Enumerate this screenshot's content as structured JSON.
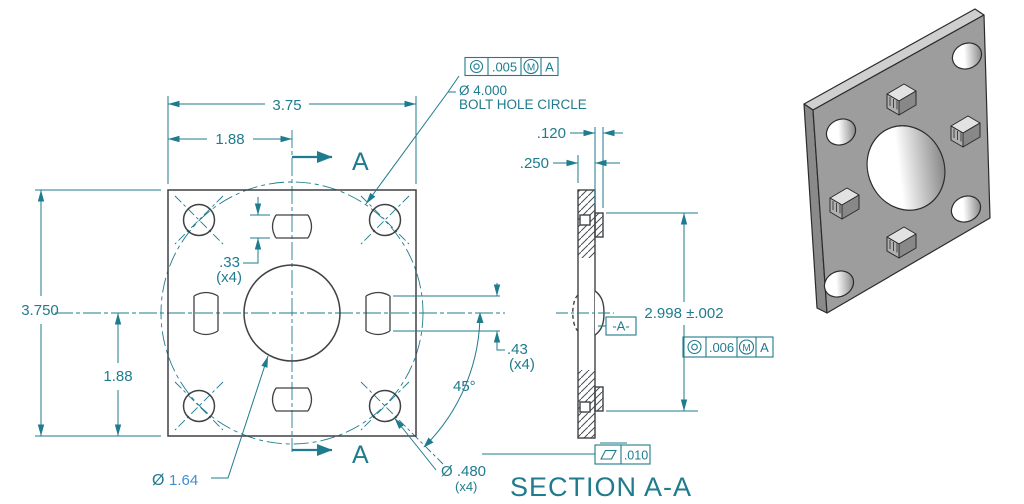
{
  "colors": {
    "dimension_teal": "#1f7b8e",
    "value_blue": "#418fd1",
    "geometry_dark": "#3f4145",
    "metal_gray": "#9d9d9d"
  },
  "front_view": {
    "dim_width": "3.75",
    "dim_width_half": "1.88",
    "dim_height": "3.750",
    "dim_height_half": "1.88",
    "dim_boss_width": ".33",
    "dim_boss_width_qty": "(x4)",
    "dim_boss_height": ".43",
    "dim_boss_height_qty": "(x4)",
    "dim_angle": "45°",
    "center_hole": {
      "symbol": "Ø",
      "value": "1.64"
    },
    "bolt_hole": {
      "label": "Ø .480",
      "qty": "(x4)"
    },
    "bolt_circle": {
      "diameter": "Ø 4.000",
      "label": "BOLT HOLE CIRCLE"
    },
    "fcf_position": {
      "tolerance": ".005",
      "modifier": "M",
      "datum": "A"
    },
    "section_arrow_top": "A",
    "section_arrow_bottom": "A"
  },
  "section_view": {
    "title": "SECTION A-A",
    "dim_boss_depth": ".120",
    "dim_thickness": ".250",
    "dim_boss_span": "2.998 ±.002",
    "datum": "-A-",
    "fcf_runout": {
      "tolerance": ".006",
      "modifier": "M",
      "datum": "A"
    },
    "fcf_flatness": {
      "tolerance": ".010"
    }
  }
}
